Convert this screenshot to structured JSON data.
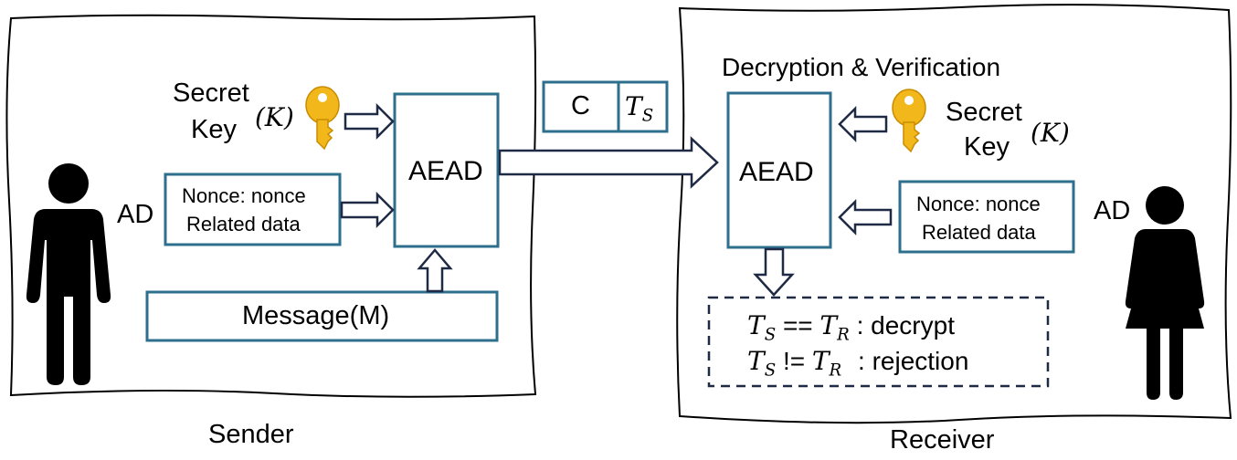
{
  "sender": {
    "caption": "Sender",
    "secret_key_line1": "Secret",
    "secret_key_line2": "Key",
    "key_symbol": "(K)",
    "ad_label": "AD",
    "nonce_line1": "Nonce: nonce",
    "nonce_line2": "Related data",
    "aead_label": "AEAD",
    "message_label": "Message(M)"
  },
  "packet": {
    "cipher_label": "C",
    "tag_main": "T",
    "tag_sub": "S"
  },
  "receiver": {
    "caption": "Receiver",
    "title": "Decryption & Verification",
    "aead_label": "AEAD",
    "secret_key_line1": "Secret",
    "secret_key_line2": "Key",
    "key_symbol": "(K)",
    "ad_label": "AD",
    "nonce_line1": "Nonce: nonce",
    "nonce_line2": "Related data",
    "check_ok_lhs": "T",
    "check_ok_lhs_sub": "S",
    "check_ok_op": "==",
    "check_ok_rhs": "T",
    "check_ok_rhs_sub": "R",
    "check_ok_action": ": decrypt",
    "check_fail_lhs": "T",
    "check_fail_lhs_sub": "S",
    "check_fail_op": "!=",
    "check_fail_rhs": "T",
    "check_fail_rhs_sub": "R",
    "check_fail_action": ": rejection"
  },
  "colors": {
    "box_border": "#2e6f8e",
    "arrow": "#1f2a44",
    "key_gold": "#f2b81b",
    "key_dark": "#c98c00",
    "person": "#000000"
  },
  "icons": [
    "key-icon",
    "male-person-icon",
    "female-person-icon"
  ]
}
